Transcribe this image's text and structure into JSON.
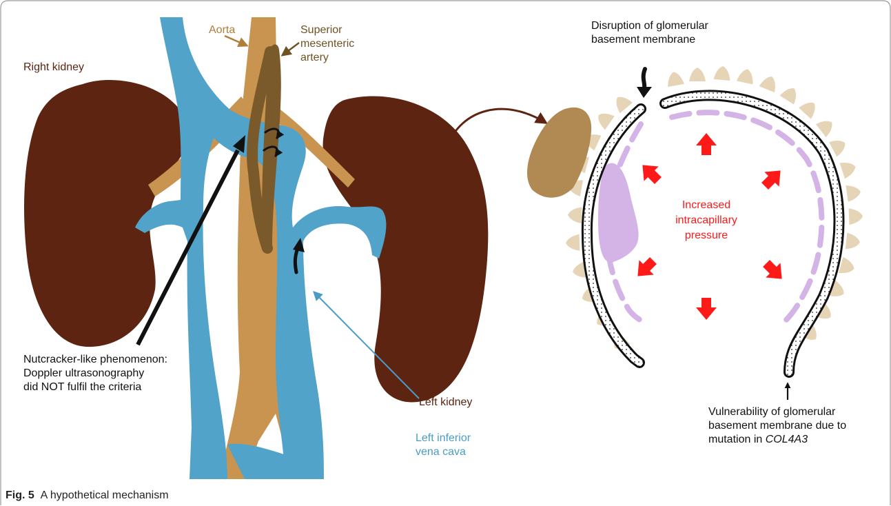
{
  "labels": {
    "aorta": "Aorta",
    "sma_line1": "Superior",
    "sma_line2": "mesenteric",
    "sma_line3": "artery",
    "right_kidney": "Right kidney",
    "left_kidney": "Left kidney",
    "livc_line1": "Left inferior",
    "livc_line2": "vena cava",
    "nut_line1": "Nutcracker-like phenomenon:",
    "nut_line2": "Doppler ultrasonography",
    "nut_line3": "did NOT fulfil the criteria",
    "disr_line1": "Disruption of glomerular",
    "disr_line2": "basement membrane",
    "press_line1": "Increased",
    "press_line2": "intracapillary",
    "press_line3": "pressure",
    "vuln_line1": "Vulnerability of glomerular",
    "vuln_line2": "basement membrane due to",
    "vuln_line3_prefix": "mutation in ",
    "vuln_line3_gene": "COL4A3"
  },
  "caption": {
    "figure_label": "Fig. 5",
    "text": "A hypothetical mechanism"
  },
  "colors": {
    "kidney": "#5c2411",
    "vein": "#52a3c9",
    "aorta": "#c9944f",
    "sma": "#7a5a2a",
    "podocyte": "#e6d4b6",
    "podocyte_outline": "#b58a52",
    "membrane_fill": "#d4b3e6",
    "pressure_arrow": "#ff1a1a",
    "frame": "#999999"
  }
}
